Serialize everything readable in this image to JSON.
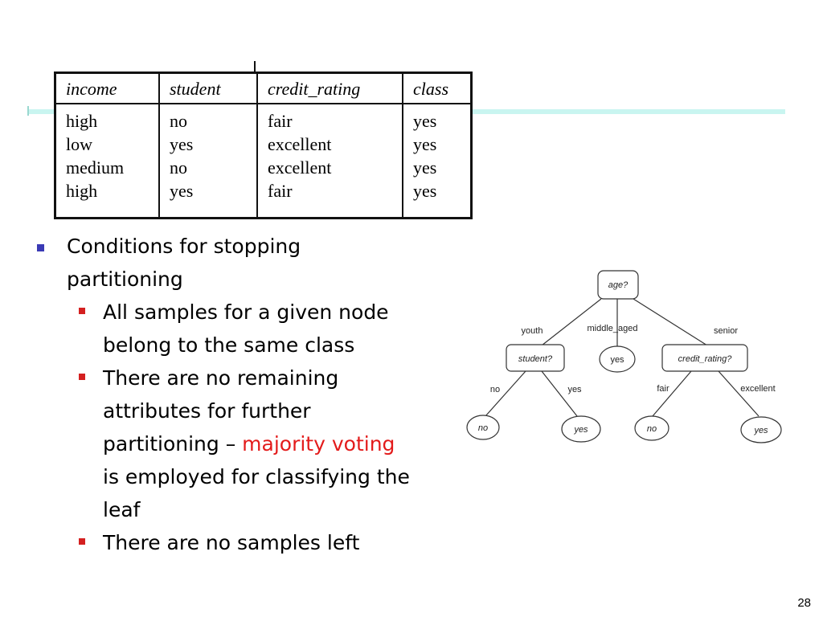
{
  "table": {
    "headers": [
      "income",
      "student",
      "credit_rating",
      "class"
    ],
    "columns": [
      [
        "high",
        "low",
        "medium",
        "high"
      ],
      [
        "no",
        "yes",
        "no",
        "yes"
      ],
      [
        "fair",
        "excellent",
        "excellent",
        "fair"
      ],
      [
        "yes",
        "yes",
        "yes",
        "yes"
      ]
    ]
  },
  "bullets": {
    "main": [
      "Conditions for stopping",
      "partitioning"
    ],
    "sub1": [
      "All samples for a given node",
      "belong to the same class"
    ],
    "sub2_line1": "There are no remaining",
    "sub2_line2": "attributes for further",
    "sub2_line3_a": "partitioning – ",
    "sub2_line3_b": "majority voting",
    "sub2_line4": "is employed for classifying the",
    "sub2_line5": "leaf",
    "sub3": "There are no samples left"
  },
  "tree": {
    "root": "age?",
    "edge_youth": "youth",
    "edge_middle": "middle_aged",
    "edge_senior": "senior",
    "node_student": "student?",
    "node_yes_mid": "yes",
    "node_credit": "credit_rating?",
    "edge_no": "no",
    "edge_yes": "yes",
    "edge_fair": "fair",
    "edge_excellent": "excellent",
    "leaf_no_1": "no",
    "leaf_yes_1": "yes",
    "leaf_no_2": "no",
    "leaf_yes_2": "yes"
  },
  "colors": {
    "bullet_main": "#3a3ab5",
    "bullet_sub": "#d42020",
    "highlight": "#e31b1b",
    "title_bar": "#c9f5f0"
  },
  "page_number": "28"
}
